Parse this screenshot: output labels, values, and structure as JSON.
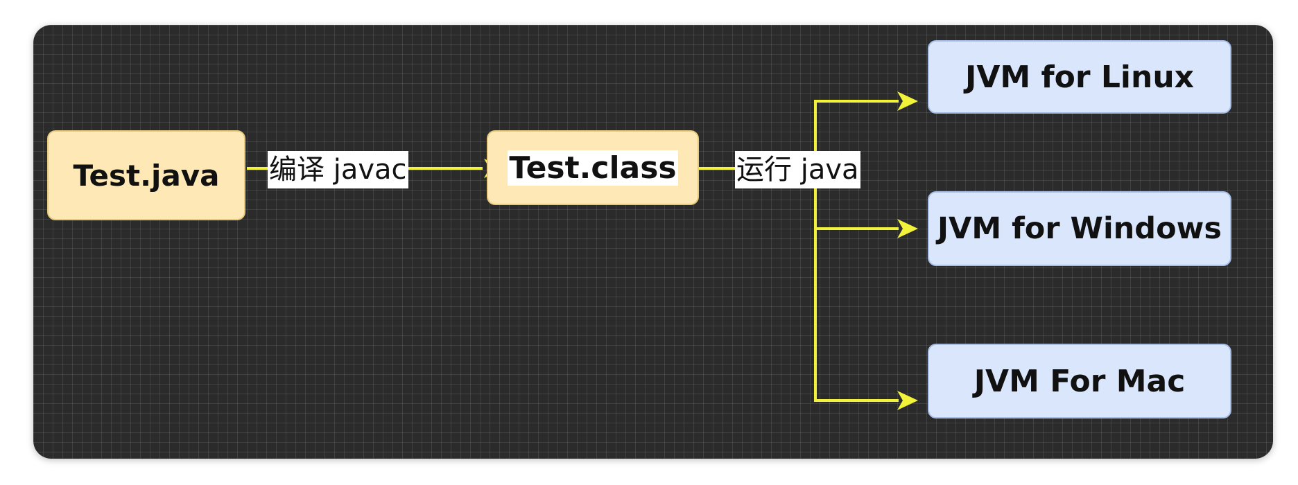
{
  "diagram": {
    "nodes": {
      "test_java": {
        "label": "Test.java"
      },
      "test_class": {
        "label": "Test.class"
      },
      "jvm_linux": {
        "label": "JVM for Linux"
      },
      "jvm_windows": {
        "label": "JVM for Windows"
      },
      "jvm_mac": {
        "label": "JVM For Mac"
      }
    },
    "edges": {
      "compile": {
        "label": "编译 javac"
      },
      "run": {
        "label": "运行 java"
      }
    },
    "colors": {
      "background": "#2b2b2b",
      "grid": "#4a4a4a",
      "source_fill": "#fde8b6",
      "target_fill": "#dae6fb",
      "arrow": "#f2f23a"
    }
  }
}
